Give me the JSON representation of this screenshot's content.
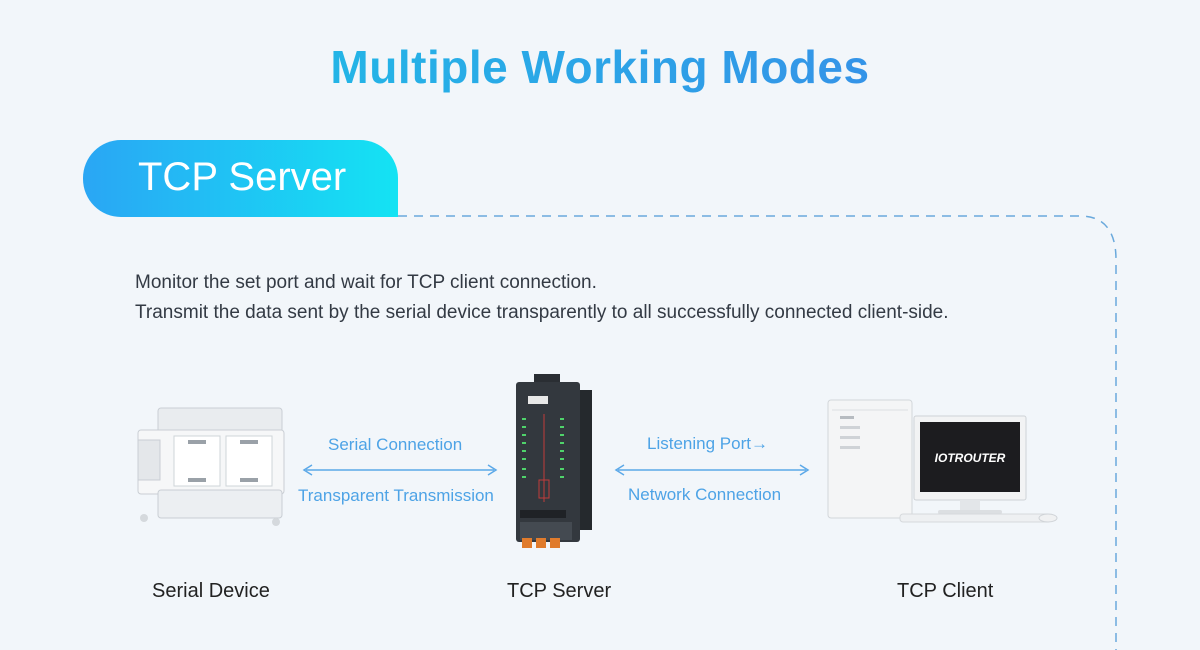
{
  "heading": "Multiple Working Modes",
  "mode_tab": {
    "label": "TCP Server"
  },
  "description": {
    "line1": "Monitor the set port and wait for TCP client connection.",
    "line2": "Transmit the data sent by the serial device transparently to all successfully connected client-side."
  },
  "left_link": {
    "top_label": "Serial Connection",
    "bottom_label": "Transparent Transmission"
  },
  "right_link": {
    "top_label": "Listening Port→",
    "bottom_label": "Network Connection"
  },
  "devices": {
    "serial_device": "Serial Device",
    "tcp_server": "TCP Server",
    "tcp_client": "TCP Client"
  },
  "monitor_brand": "IOTROUTER",
  "colors": {
    "accent_blue": "#4da3e6",
    "tab_gradient_start": "#2aa6f4",
    "tab_gradient_end": "#14e3f3"
  }
}
